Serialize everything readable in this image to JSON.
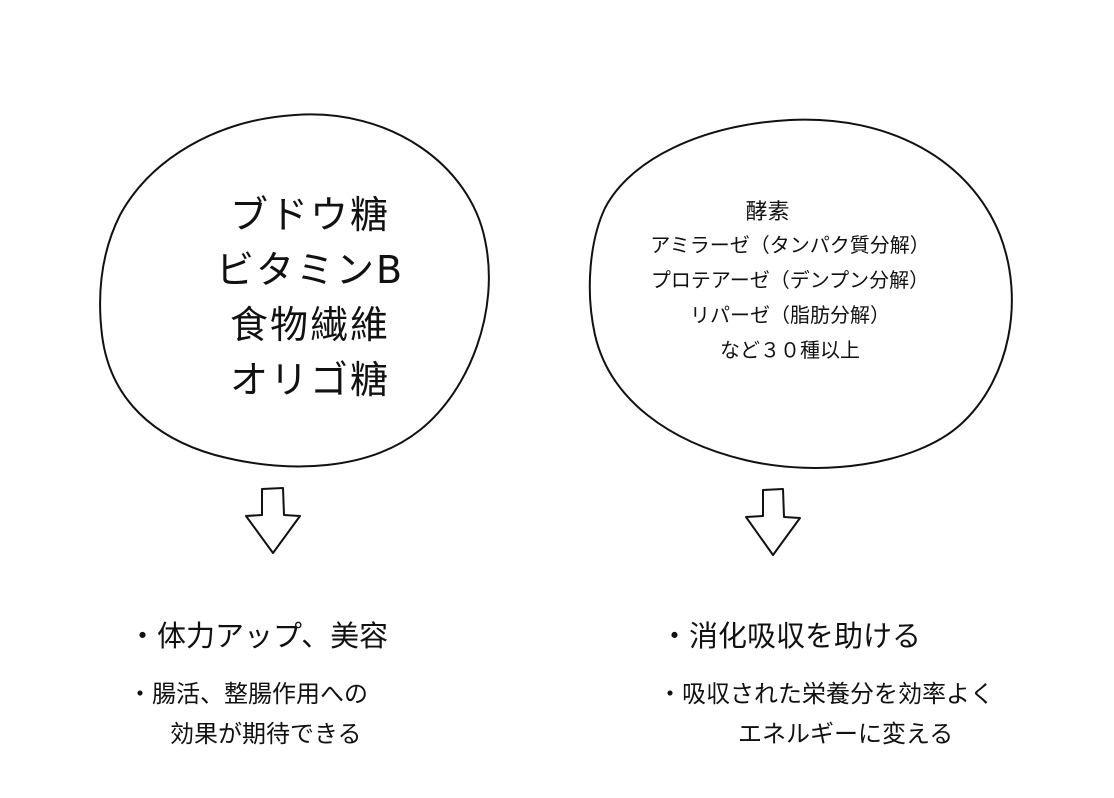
{
  "left": {
    "items": [
      "ブドウ糖",
      "ビタミンB",
      "食物繊維",
      "オリゴ糖"
    ],
    "effect_main": "・体力アップ、美容",
    "effect_sub_line1": "・腸活、整腸作用への",
    "effect_sub_line2": "効果が期待できる"
  },
  "right": {
    "heading": "酵素",
    "items": [
      "アミラーゼ（タンパク質分解）",
      "プロテアーゼ（デンプン分解）",
      "リパーゼ（脂肪分解）",
      "など３０種以上"
    ],
    "effect_main": "・消化吸収を助ける",
    "effect_sub_line1": "・吸収された栄養分を効率よく",
    "effect_sub_line2": "エネルギーに変える"
  },
  "colors": {
    "ink": "#111111",
    "background": "#ffffff"
  },
  "icons": [
    "hand-drawn-down-arrow-icon"
  ]
}
